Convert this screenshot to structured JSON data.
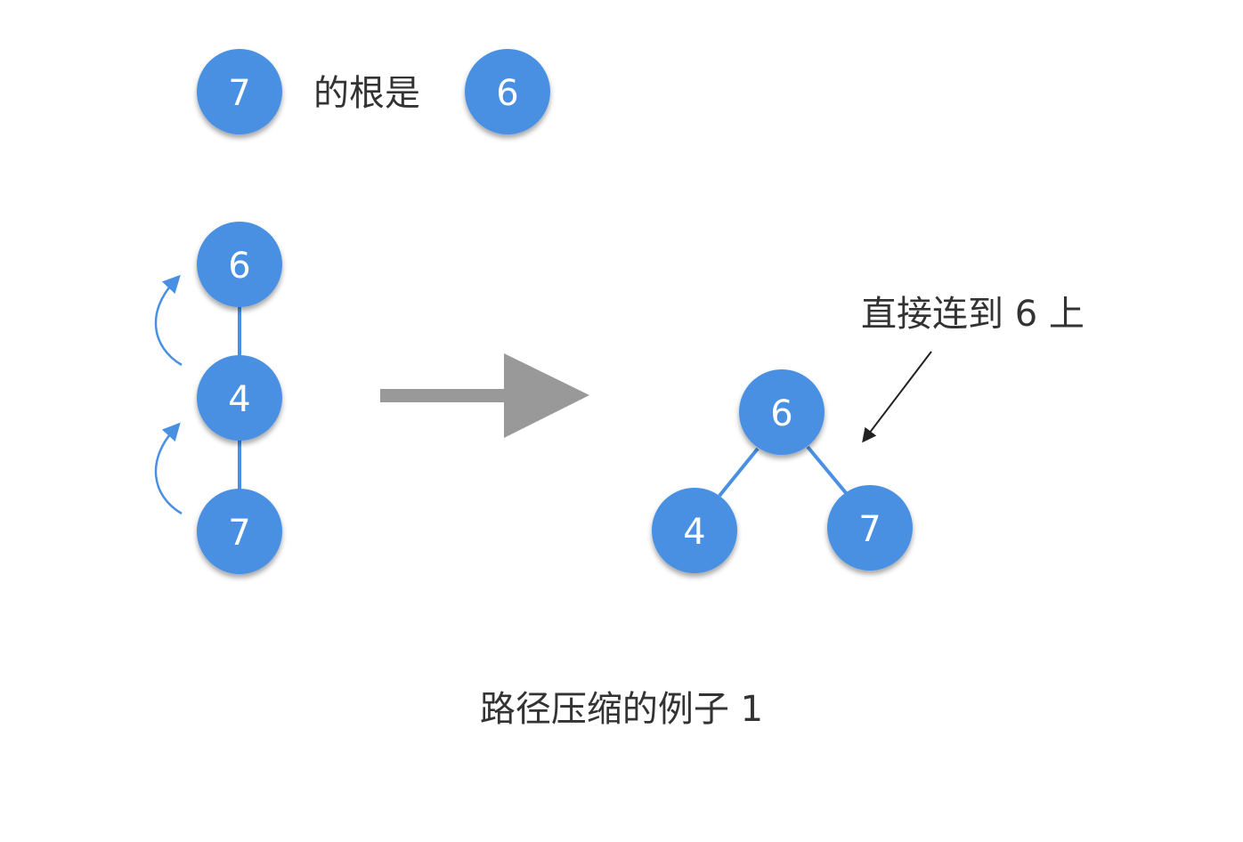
{
  "top": {
    "left_node": "7",
    "phrase": "的根是",
    "right_node": "6"
  },
  "before": {
    "nodes": [
      "6",
      "4",
      "7"
    ]
  },
  "after": {
    "root": "6",
    "left_child": "4",
    "right_child": "7",
    "annotation": "直接连到 6 上"
  },
  "caption": "路径压缩的例子 1",
  "colors": {
    "node_fill": "#4A90E2",
    "edge": "#4A90E2",
    "big_arrow": "#999999",
    "text": "#333333"
  }
}
